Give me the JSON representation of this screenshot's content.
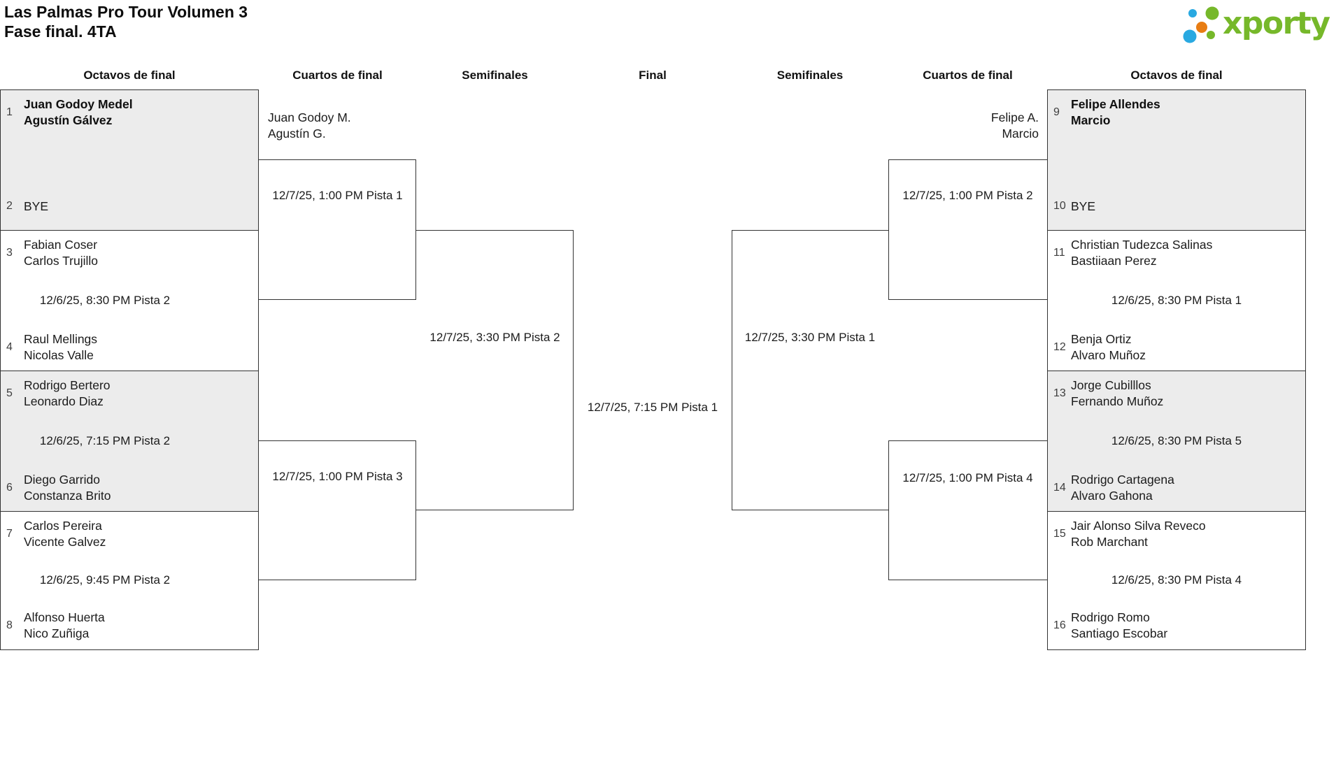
{
  "title": {
    "line1": "Las Palmas Pro Tour Volumen 3",
    "line2": "Fase final. 4TA"
  },
  "logo": {
    "text": "xporty"
  },
  "round_headers": [
    "Octavos de final",
    "Cuartos de final",
    "Semifinales",
    "Final",
    "Semifinales",
    "Cuartos de final",
    "Octavos de final"
  ],
  "r16_left": [
    {
      "seed_a": "1",
      "a1": "Juan Godoy Medel",
      "a2": "Agustín Gálvez",
      "date": "",
      "seed_b": "2",
      "b1": "BYE",
      "b2": ""
    },
    {
      "seed_a": "3",
      "a1": "Fabian Coser",
      "a2": "Carlos Trujillo",
      "date": "12/6/25, 8:30 PM Pista 2",
      "seed_b": "4",
      "b1": "Raul Mellings",
      "b2": "Nicolas Valle"
    },
    {
      "seed_a": "5",
      "a1": "Rodrigo Bertero",
      "a2": "Leonardo Diaz",
      "date": "12/6/25, 7:15 PM Pista 2",
      "seed_b": "6",
      "b1": "Diego Garrido",
      "b2": "Constanza Brito"
    },
    {
      "seed_a": "7",
      "a1": "Carlos Pereira",
      "a2": "Vicente Galvez",
      "date": "12/6/25, 9:45 PM Pista 2",
      "seed_b": "8",
      "b1": "Alfonso Huerta",
      "b2": "Nico Zuñiga"
    }
  ],
  "r16_right": [
    {
      "seed_a": "9",
      "a1": "Felipe Allendes",
      "a2": "Marcio",
      "date": "",
      "seed_b": "10",
      "b1": "BYE",
      "b2": ""
    },
    {
      "seed_a": "11",
      "a1": "Christian Tudezca Salinas",
      "a2": "Bastiiaan Perez",
      "date": "12/6/25, 8:30 PM Pista 1",
      "seed_b": "12",
      "b1": "Benja Ortiz",
      "b2": "Alvaro Muñoz"
    },
    {
      "seed_a": "13",
      "a1": "Jorge Cubilllos",
      "a2": "Fernando Muñoz",
      "date": "12/6/25, 8:30 PM Pista 5",
      "seed_b": "14",
      "b1": "Rodrigo Cartagena",
      "b2": "Alvaro Gahona"
    },
    {
      "seed_a": "15",
      "a1": "Jair Alonso Silva Reveco",
      "a2": "Rob Marchant",
      "date": "12/6/25, 8:30 PM Pista 4",
      "seed_b": "16",
      "b1": "Rodrigo Romo",
      "b2": "Santiago Escobar"
    }
  ],
  "qf_left": {
    "winner_l1": "Juan Godoy M.",
    "winner_l2": "Agustín G.",
    "date1": "12/7/25, 1:00 PM Pista 1",
    "date2": "12/7/25, 1:00 PM Pista 3"
  },
  "qf_right": {
    "winner_l1": "Felipe A.",
    "winner_l2": "Marcio",
    "date1": "12/7/25, 1:00 PM Pista 2",
    "date2": "12/7/25, 1:00 PM Pista 4"
  },
  "sf_left": {
    "date": "12/7/25, 3:30 PM Pista 2"
  },
  "sf_right": {
    "date": "12/7/25, 3:30 PM Pista 1"
  },
  "final": {
    "date": "12/7/25, 7:15 PM Pista 1"
  },
  "colors": {
    "accent_green": "#76b82a",
    "accent_blue": "#29a9e1",
    "accent_orange": "#e87d13",
    "box_gray": "#ececec",
    "border": "#333333"
  }
}
